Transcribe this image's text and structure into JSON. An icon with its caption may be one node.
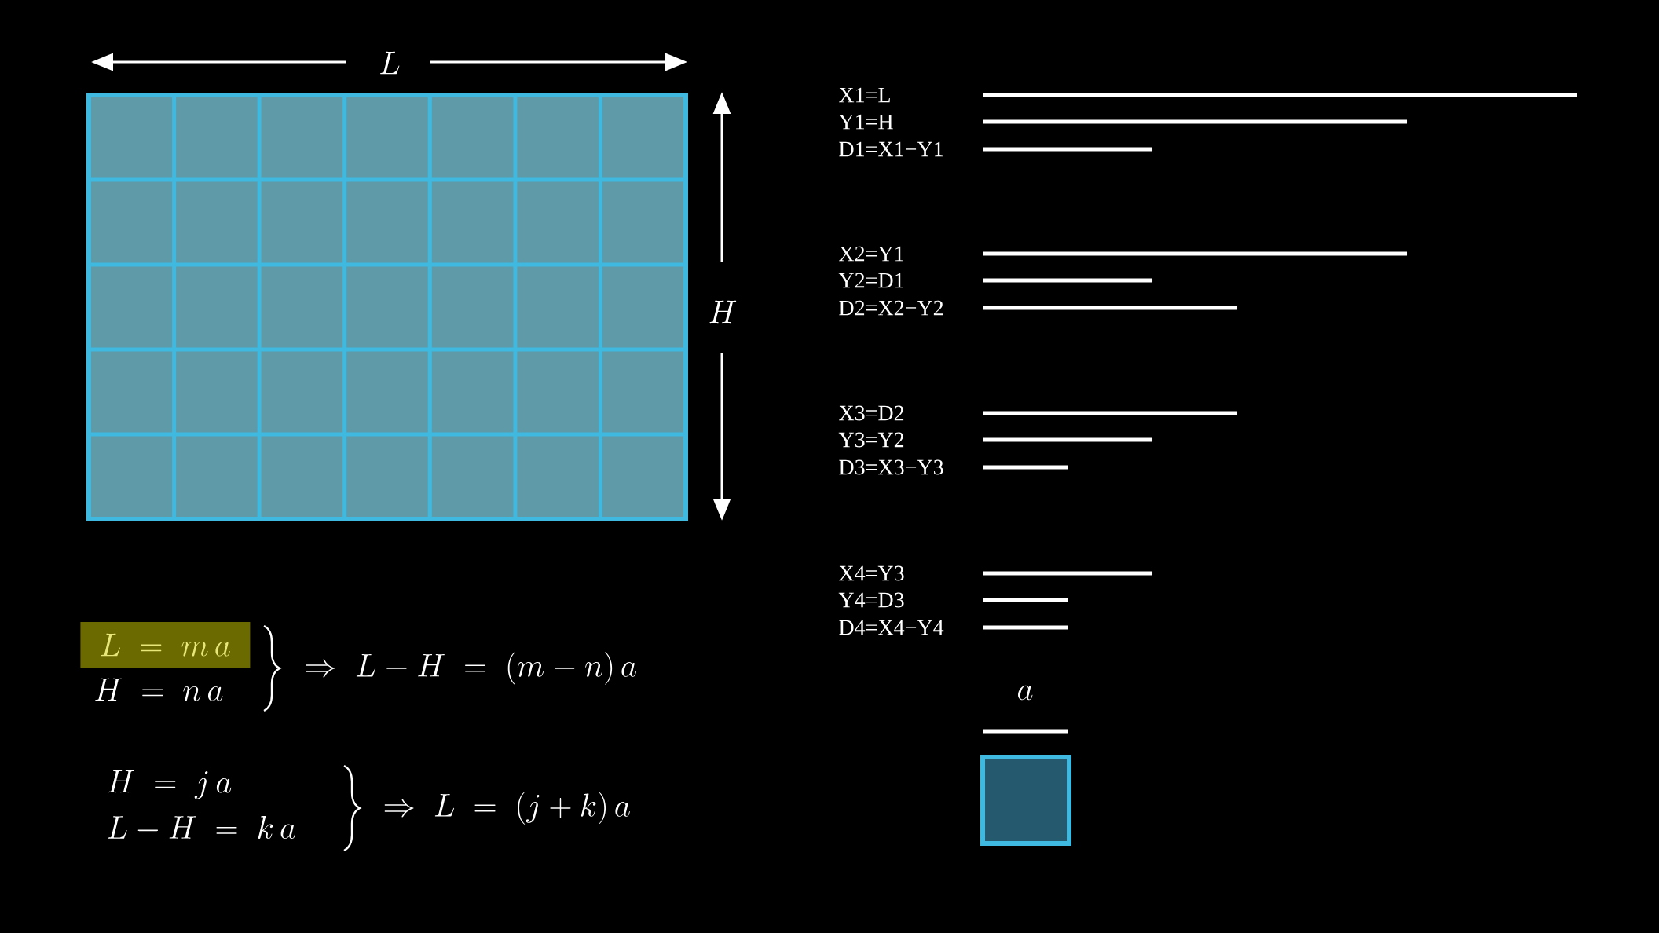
{
  "diagram": {
    "nodes": [
      {
        "text": [],
        "shape": "box"
      }
    ],
    "labels": [
      "L",
      "H",
      "X1=L",
      "Y1=H",
      "D1=X1−Y1",
      "X2=Y1",
      "Y2=D1",
      "D2=X2−Y2",
      "X3=D2",
      "Y3=Y2",
      "D3=X3−Y3",
      "X4=Y3",
      "Y4=D3",
      "D4=X4−Y4",
      "a",
      "L \\;=\\; m\\,a",
      "H \\;=\\; n\\,a",
      "\\Rightarrow\\; L - H \\;=\\; (m - n)\\,a",
      "H \\;=\\; j\\,a",
      "L - H \\;=\\; k\\,a",
      "\\Rightarrow\\; L \\;=\\; (j + k)\\,a"
    ]
  }
}
